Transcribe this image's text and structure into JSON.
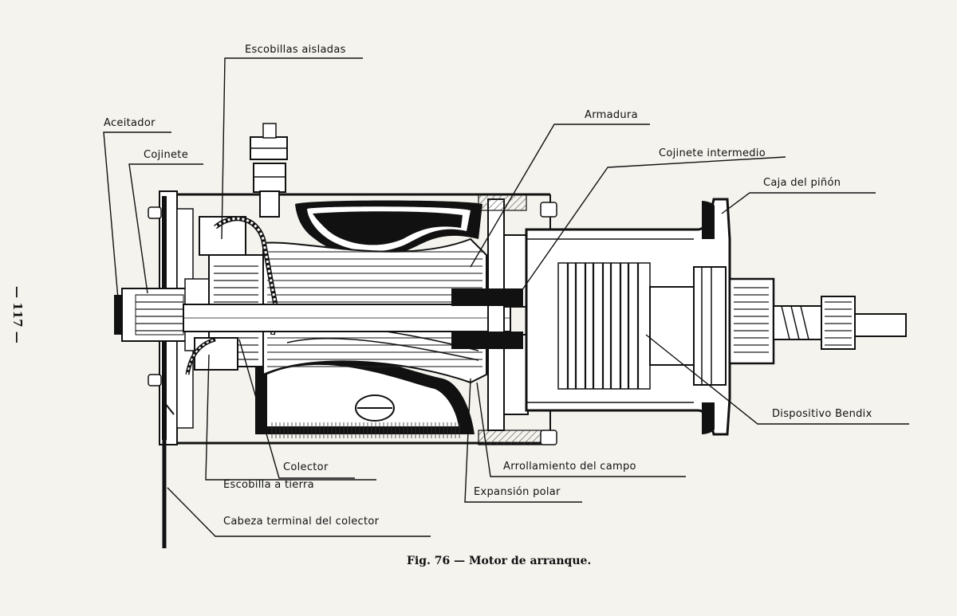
{
  "labels": {
    "escobillas_aisladas": "Escobillas aisladas",
    "aceitador": "Aceitador",
    "cojinete": "Cojinete",
    "armadura": "Armadura",
    "cojinete_intermedio": "Cojinete intermedio",
    "caja_pinon": "Caja del piñón",
    "dispositivo_bendix": "Dispositivo Bendix",
    "arrollamiento_campo": "Arrollamiento del campo",
    "colector": "Colector",
    "escobilla_tierra": "Escobilla a tierra",
    "expansion_polar": "Expansión polar",
    "cabeza_terminal": "Cabeza terminal del colector"
  },
  "caption": "Fig. 76 — Motor de arranque.",
  "page_number": "— 117 —",
  "colors": {
    "paper": "#f4f3ee",
    "ink": "#111111",
    "hatch": "#444444"
  }
}
